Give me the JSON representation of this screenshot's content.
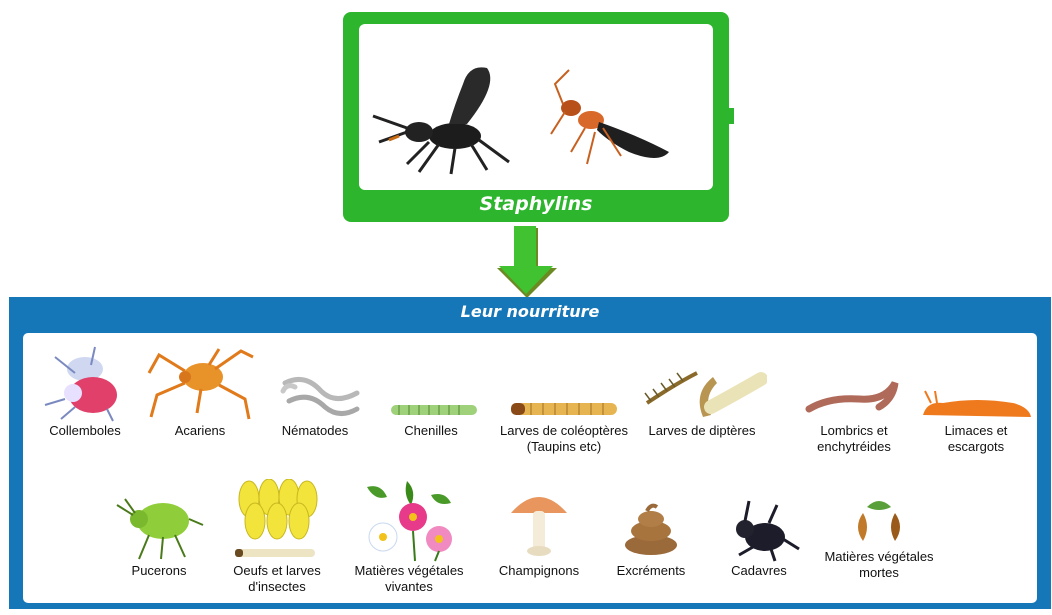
{
  "header": {
    "title": "Staphylins"
  },
  "food": {
    "title": "Leur nourriture",
    "items": [
      {
        "label": "Collemboles",
        "icon": "springtail-icon"
      },
      {
        "label": "Acariens",
        "icon": "mite-icon"
      },
      {
        "label": "Nématodes",
        "icon": "nematode-icon"
      },
      {
        "label": "Chenilles",
        "icon": "caterpillar-icon"
      },
      {
        "label": "Larves de coléoptères",
        "label2": "(Taupins etc)",
        "icon": "beetle-larva-icon"
      },
      {
        "label": "Larves de diptères",
        "icon": "fly-larva-icon"
      },
      {
        "label": "Lombrics et",
        "label2": "enchytréides",
        "icon": "earthworm-icon"
      },
      {
        "label": "Limaces et",
        "label2": "escargots",
        "icon": "slug-icon"
      },
      {
        "label": "Pucerons",
        "icon": "aphid-icon"
      },
      {
        "label": "Oeufs et larves",
        "label2": "d'insectes",
        "icon": "eggs-larvae-icon"
      },
      {
        "label": "Matières végétales",
        "label2": "vivantes",
        "icon": "flowers-icon"
      },
      {
        "label": "Champignons",
        "icon": "mushroom-icon"
      },
      {
        "label": "Excréments",
        "icon": "dung-icon"
      },
      {
        "label": "Cadavres",
        "icon": "dead-beetle-icon"
      },
      {
        "label": "Matières végétales",
        "label2": "mortes",
        "icon": "dead-leaves-icon"
      }
    ]
  },
  "colors": {
    "green": "#2db52d",
    "blue": "#1677b8"
  }
}
